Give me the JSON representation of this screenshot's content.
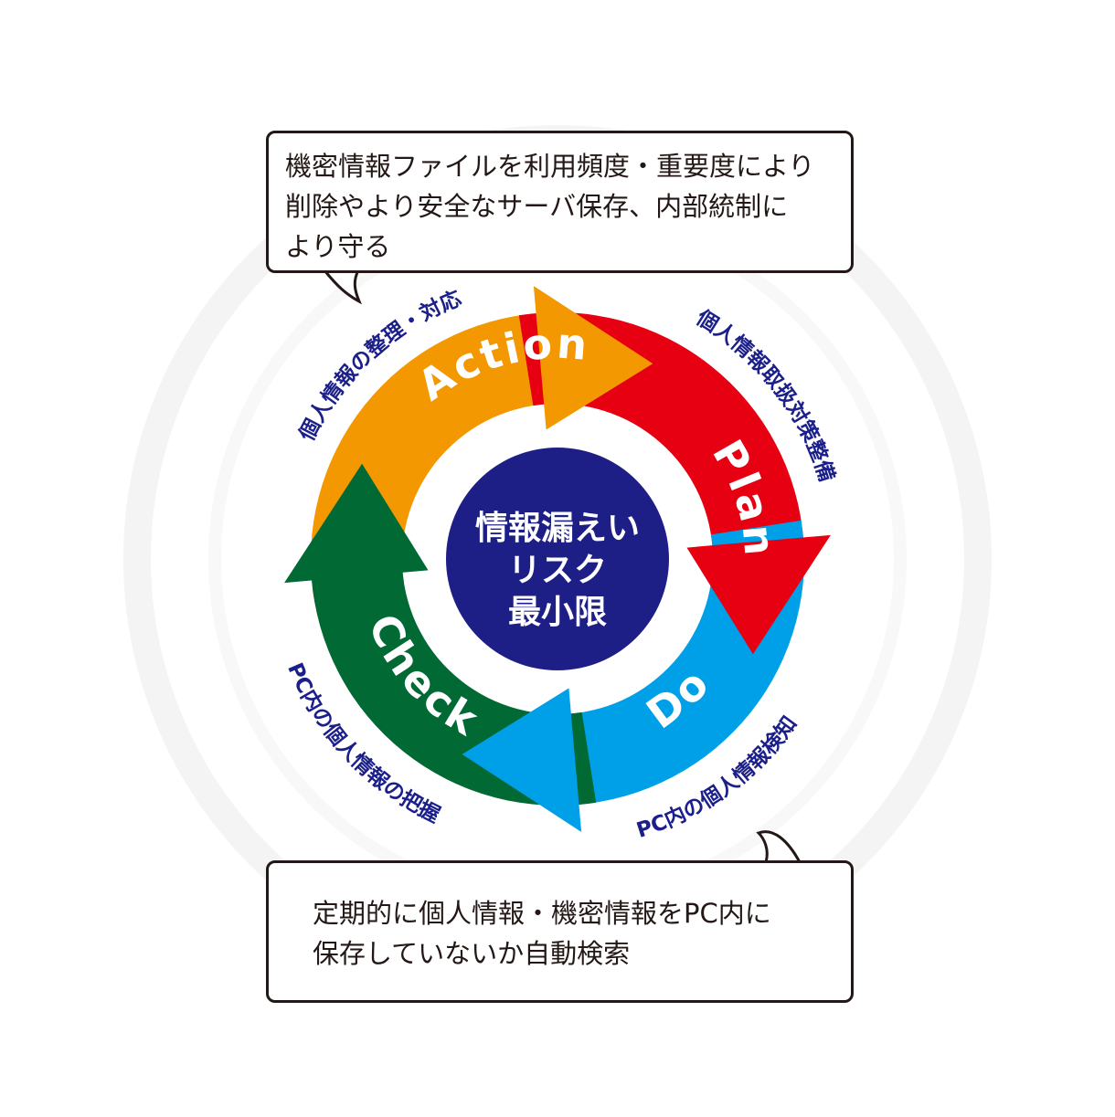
{
  "center": {
    "lines": [
      "情報漏えい",
      "リスク",
      "最小限"
    ],
    "color": "#1d1f87"
  },
  "cycle": [
    {
      "key": "action",
      "label": "Action",
      "description": "個人情報の整理・対応",
      "color": "#f39800"
    },
    {
      "key": "plan",
      "label": "Plan",
      "description": "個人情報取扱対策整備",
      "color": "#e60012"
    },
    {
      "key": "do",
      "label": "Do",
      "description": "PC内の個人情報検知",
      "color": "#00a0e9"
    },
    {
      "key": "check",
      "label": "Check",
      "description": "PC内の個人情報の把握",
      "color": "#006934"
    }
  ],
  "callouts": {
    "top": [
      "機密情報ファイルを利用頻度・重要度により",
      "削除やより安全なサーバ保存、内部統制に",
      "より守る"
    ],
    "bottom": [
      "定期的に個人情報・機密情報をPC内に",
      "保存していないか自動検索"
    ]
  },
  "label_color": "#1b1f8a"
}
